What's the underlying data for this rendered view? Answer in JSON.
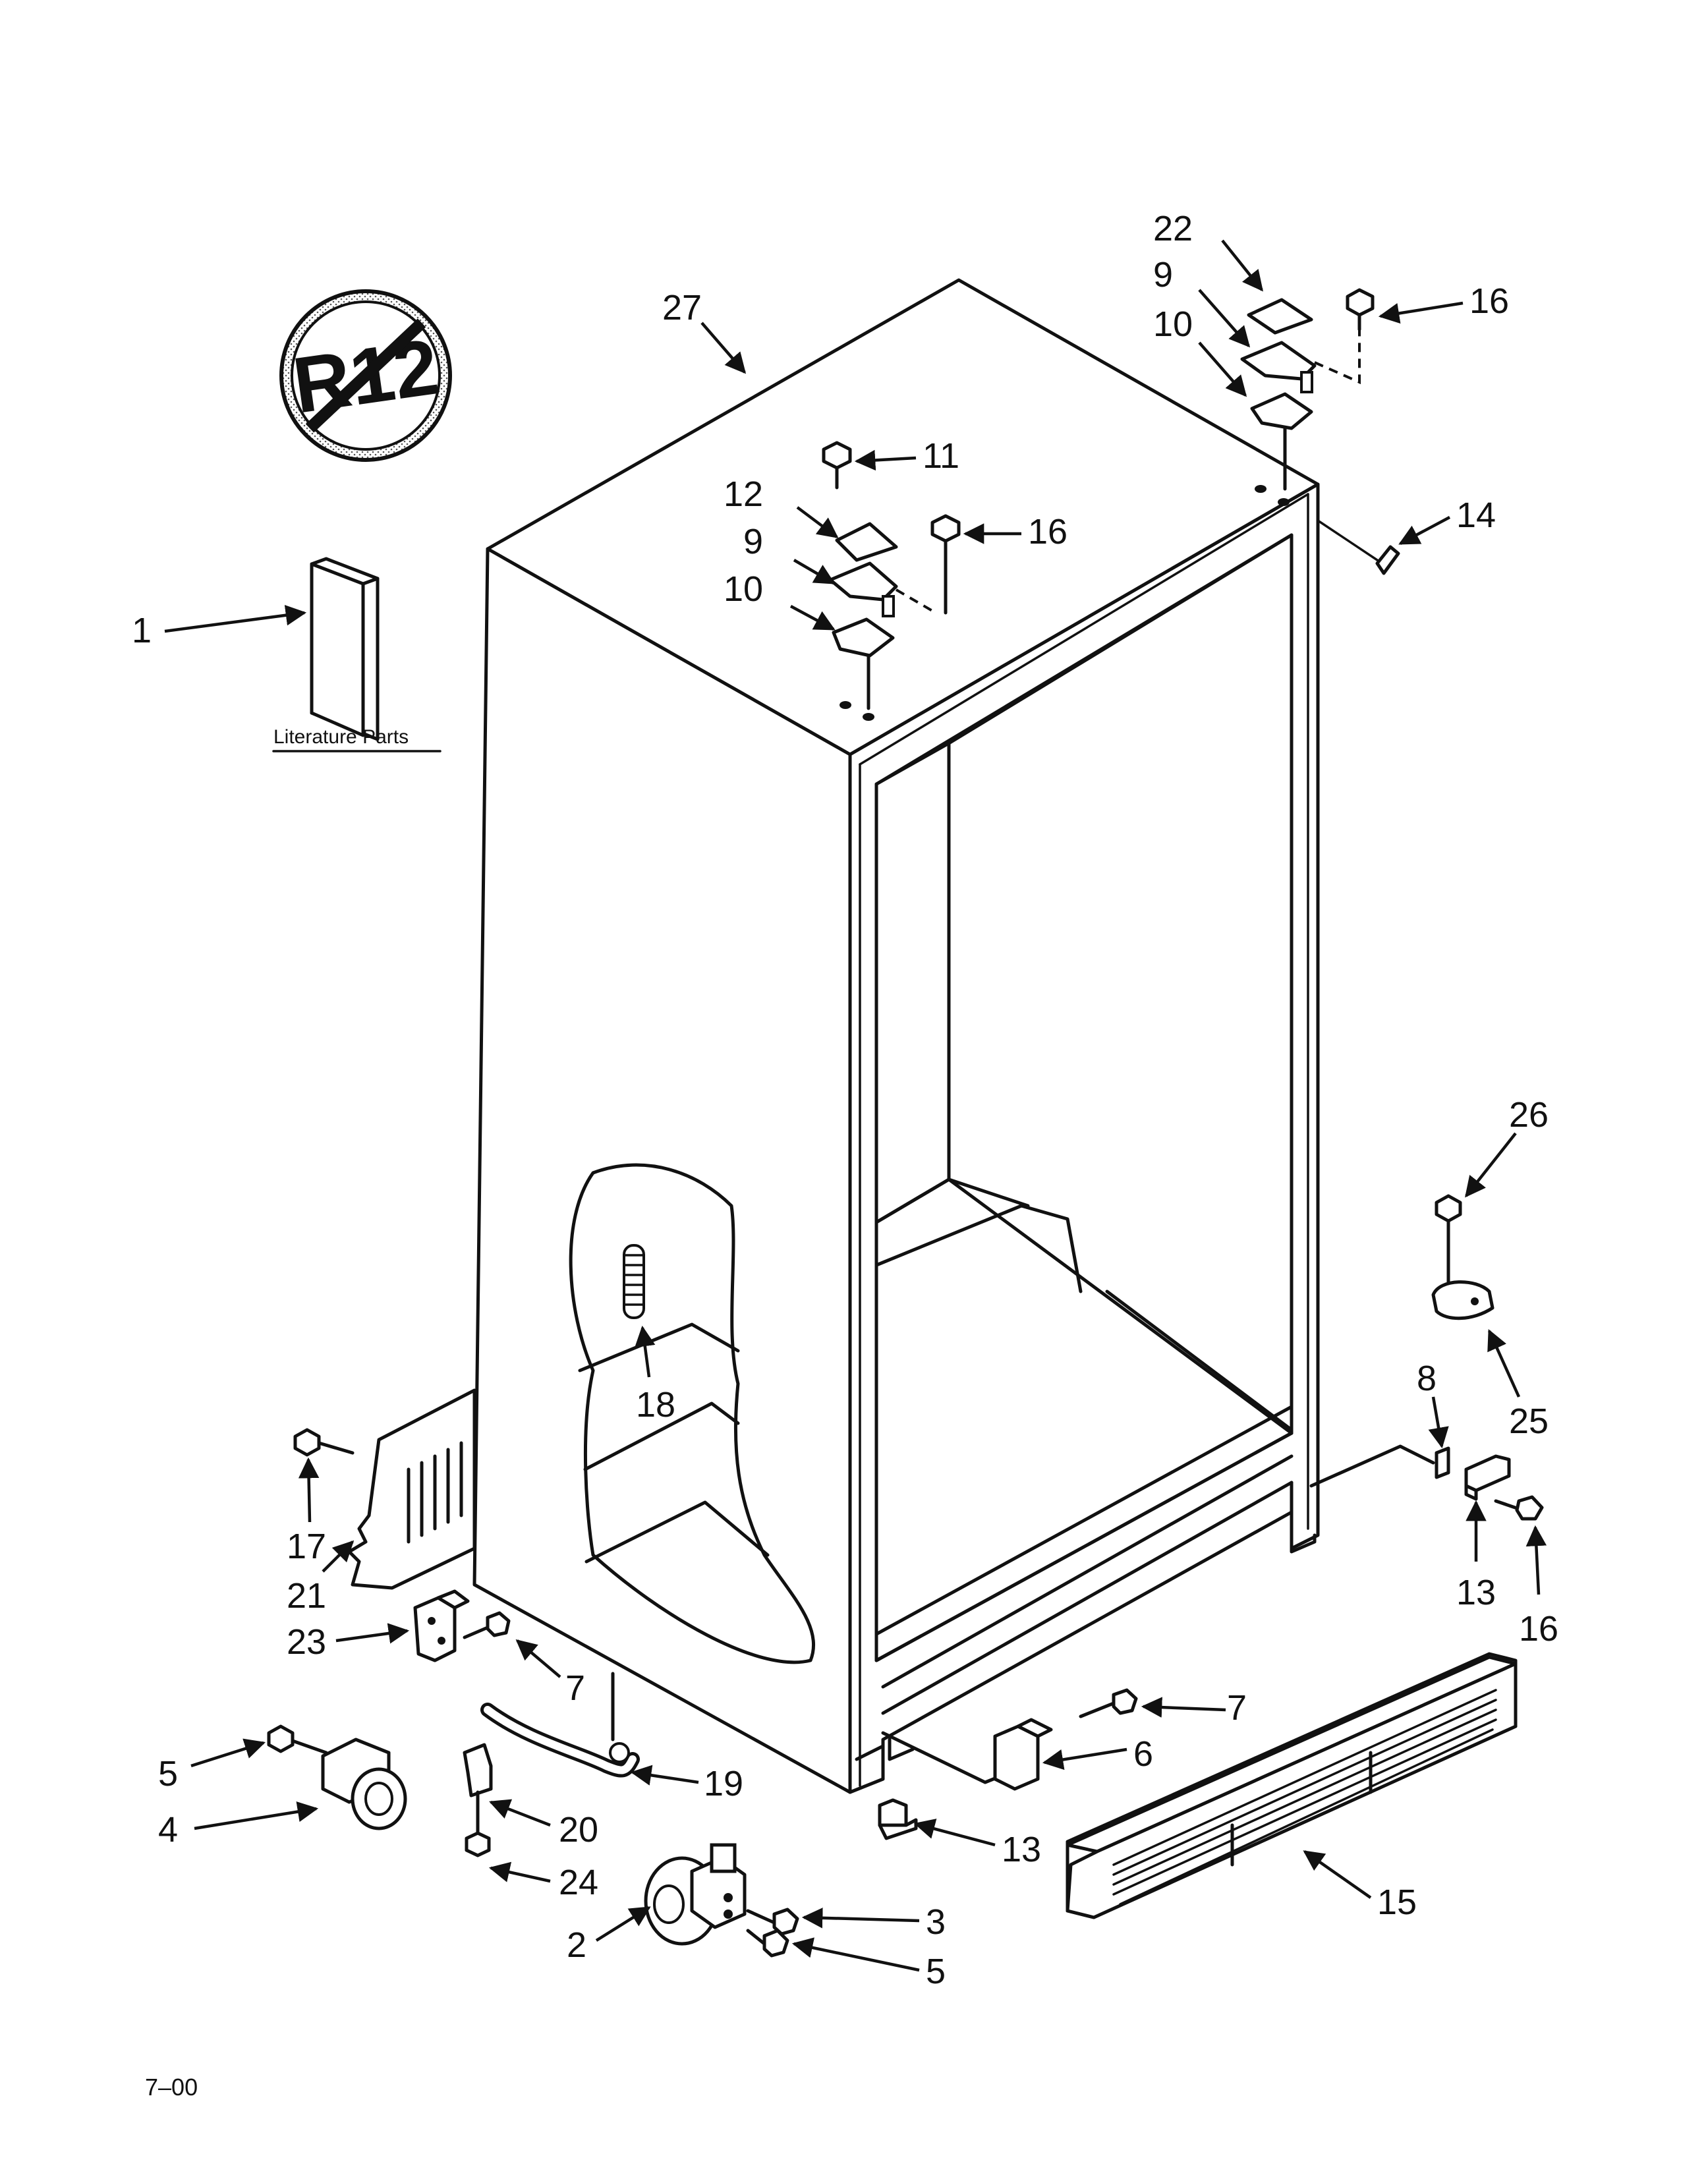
{
  "badge": {
    "text": "R12"
  },
  "literature": {
    "label": "Literature Parts"
  },
  "footer": {
    "date_code": "7–00"
  },
  "callouts": {
    "c27": "27",
    "c22": "22",
    "c9a": "9",
    "c10a": "10",
    "c16a": "16",
    "c11": "11",
    "c12": "12",
    "c9b": "9",
    "c10b": "10",
    "c16b": "16",
    "c14": "14",
    "c1": "1",
    "c26": "26",
    "c25": "25",
    "c18": "18",
    "c8": "8",
    "c13a": "13",
    "c16c": "16",
    "c17": "17",
    "c21": "21",
    "c23": "23",
    "c7a": "7",
    "c7b": "7",
    "c6": "6",
    "c5a": "5",
    "c4": "4",
    "c19": "19",
    "c20": "20",
    "c24": "24",
    "c13b": "13",
    "c15": "15",
    "c3": "3",
    "c2": "2",
    "c5b": "5"
  }
}
